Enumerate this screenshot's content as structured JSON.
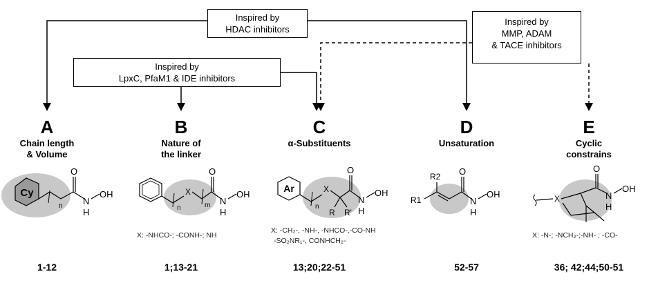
{
  "inspirations": [
    {
      "line1": "Inspired by",
      "line2": "HDAC inhibitors"
    },
    {
      "line1": "Inspired by",
      "line2": "LpxC, PfaM1 & IDE inhibitors"
    },
    {
      "line1": "Inspired by",
      "line2": "MMP, ADAM",
      "line3": "& TACE inhibitors"
    }
  ],
  "columns": [
    {
      "letter": "A",
      "title1": "Chain length",
      "title2": "& Volume",
      "compounds": "1-12",
      "ring": "Cy",
      "sub_n": "n"
    },
    {
      "letter": "B",
      "title1": "Nature of",
      "title2": "the linker",
      "compounds": "1;13-21",
      "sub_n": "n",
      "sub_m": "m",
      "linker": "X",
      "note1": "X: -NHCO-; -CONH-; NH"
    },
    {
      "letter": "C",
      "title1": "α-Substituents",
      "compounds": "13;20;22-51",
      "ring": "Ar",
      "sub_n": "n",
      "linker": "X",
      "r_group": "R",
      "r_prime": "R'",
      "note1": "X: -CH₂-, -NH-, -NHCO-,-CO-NH",
      "note2": "-SO₂NR₁-, CONHCH₂-"
    },
    {
      "letter": "D",
      "title1": "Unsaturation",
      "compounds": "52-57",
      "r1": "R1",
      "r2": "R2"
    },
    {
      "letter": "E",
      "title1": "Cyclic",
      "title2": "constrains",
      "compounds": "36; 42;44;50-51",
      "linker": "X",
      "note1": "X: -N-; -NCH₂-;-NH- ; -CO-"
    }
  ],
  "hydroxamate": {
    "o": "O",
    "n": "N",
    "h": "H",
    "oh": "OH"
  }
}
